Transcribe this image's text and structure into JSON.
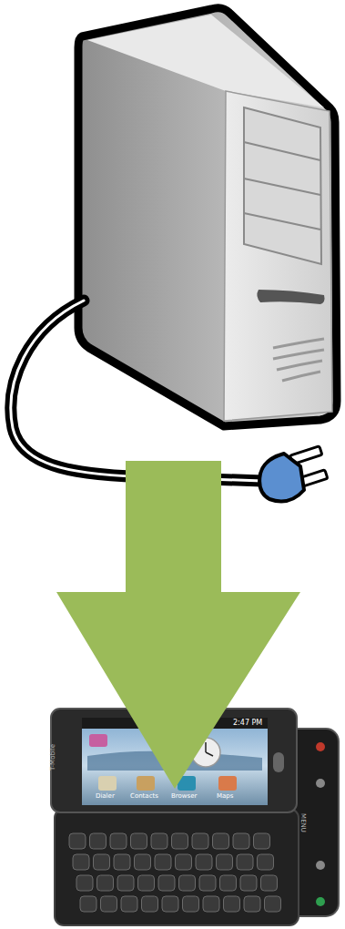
{
  "diagram": {
    "labels": [
      "2:47 PM",
      "Dialer",
      "Contacts",
      "Browser",
      "Maps",
      "T-Mobile",
      "MENU"
    ]
  }
}
